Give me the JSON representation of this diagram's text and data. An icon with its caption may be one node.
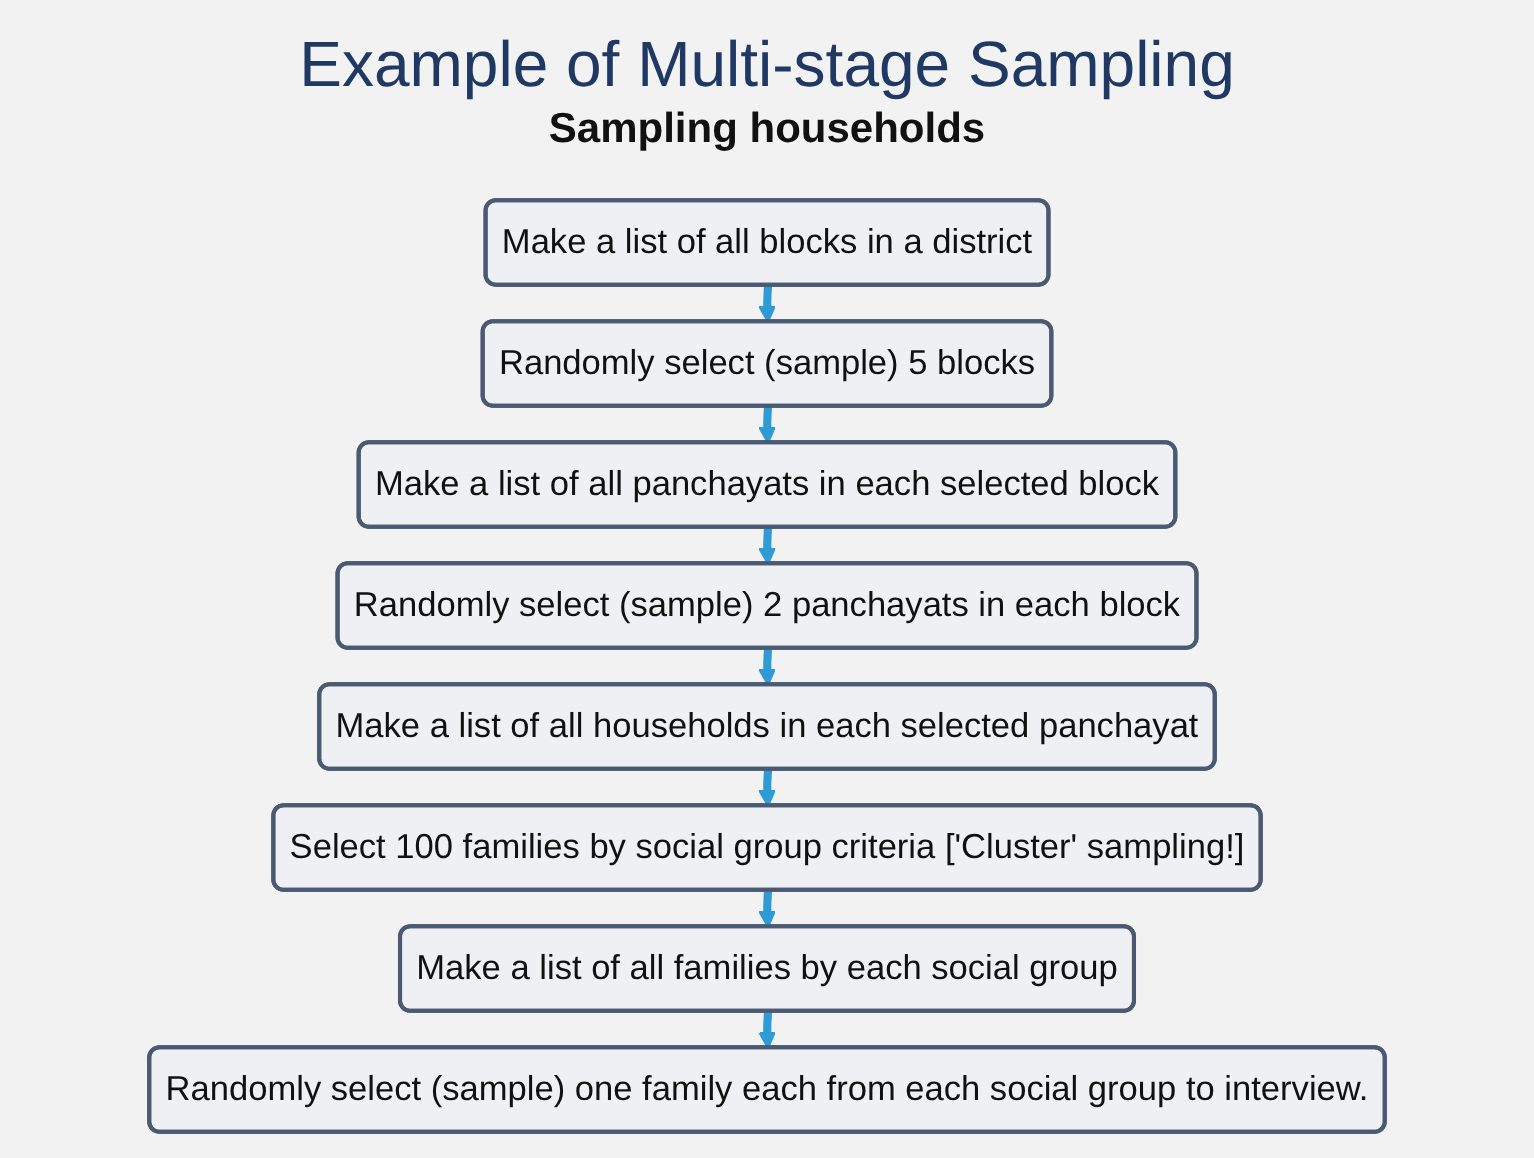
{
  "diagram": {
    "title": "Example of Multi-stage Sampling",
    "labels": [
      "Sampling households"
    ],
    "nodes": [
      {
        "text": [
          "Make a list of all blocks in a district"
        ]
      },
      {
        "text": [
          "Randomly select (sample) 5 blocks"
        ]
      },
      {
        "text": [
          "Make a list of all panchayats in each selected block"
        ]
      },
      {
        "text": [
          "Randomly select (sample) 2 panchayats in each block"
        ]
      },
      {
        "text": [
          "Make a list of all households in each selected panchayat"
        ]
      },
      {
        "text": [
          "Select 100 families by social group criteria ['Cluster' sampling!]"
        ]
      },
      {
        "text": [
          "Make a list of all families by each social group"
        ]
      },
      {
        "text": [
          "Randomly select (sample) one family each from each social group to interview."
        ]
      }
    ],
    "edges": [
      {
        "from": 0,
        "to": 1,
        "arrow": "to"
      },
      {
        "from": 1,
        "to": 2,
        "arrow": "to"
      },
      {
        "from": 2,
        "to": 3,
        "arrow": "to"
      },
      {
        "from": 3,
        "to": 4,
        "arrow": "to"
      },
      {
        "from": 4,
        "to": 5,
        "arrow": "to"
      },
      {
        "from": 5,
        "to": 6,
        "arrow": "to"
      },
      {
        "from": 6,
        "to": 7,
        "arrow": "to"
      }
    ]
  }
}
